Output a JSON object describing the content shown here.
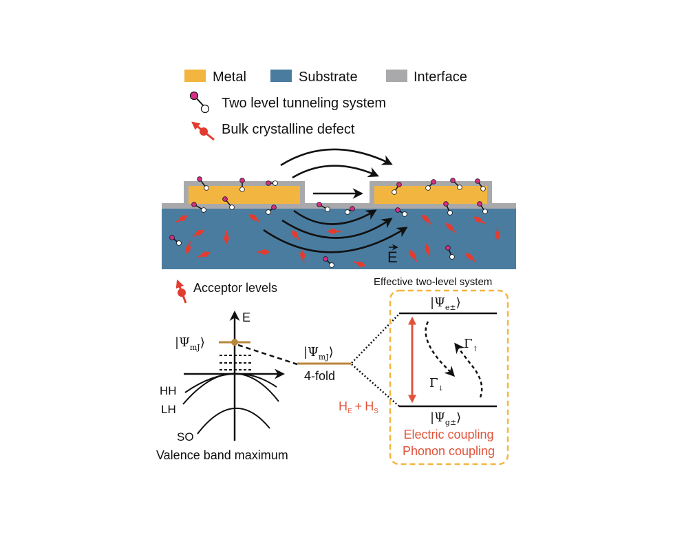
{
  "colors": {
    "metal": "#f2b640",
    "substrate": "#4a7ca0",
    "interface": "#a9a9ab",
    "tls_filled": "#d62f86",
    "tls_open": "#ffffff",
    "defect": "#e23c30",
    "acceptor_level": "#b8863a",
    "coupling_text": "#e0533a",
    "box_border": "#f2b640"
  },
  "legend": {
    "metal": "Metal",
    "substrate": "Substrate",
    "interface": "Interface",
    "tls": "Two level tunneling system",
    "defect": "Bulk crystalline defect"
  },
  "device": {
    "field_label": "E"
  },
  "band_diagram": {
    "acceptor_legend": "Acceptor levels",
    "axis_label": "E",
    "state_label": "|Ψ",
    "state_sub": "mJ",
    "bands": [
      "HH",
      "LH",
      "SO"
    ],
    "caption": "Valence band maximum"
  },
  "degenerate_level": {
    "state_label": "|Ψ",
    "state_sub": "mJ",
    "degeneracy": "4-fold"
  },
  "hamiltonian": {
    "h1": "H",
    "h1_sub": "E",
    "plus": "+",
    "h2": "H",
    "h2_sub": "S"
  },
  "two_level_system": {
    "title": "Effective two-level system",
    "excited_label": "|Ψ",
    "excited_sub": "e±",
    "ground_label": "|Ψ",
    "ground_sub": "g±",
    "rate_up": "Γ",
    "rate_up_sub": "↑",
    "rate_down": "Γ",
    "rate_down_sub": "↓",
    "coupling": [
      "Electric coupling",
      "Phonon coupling"
    ]
  }
}
